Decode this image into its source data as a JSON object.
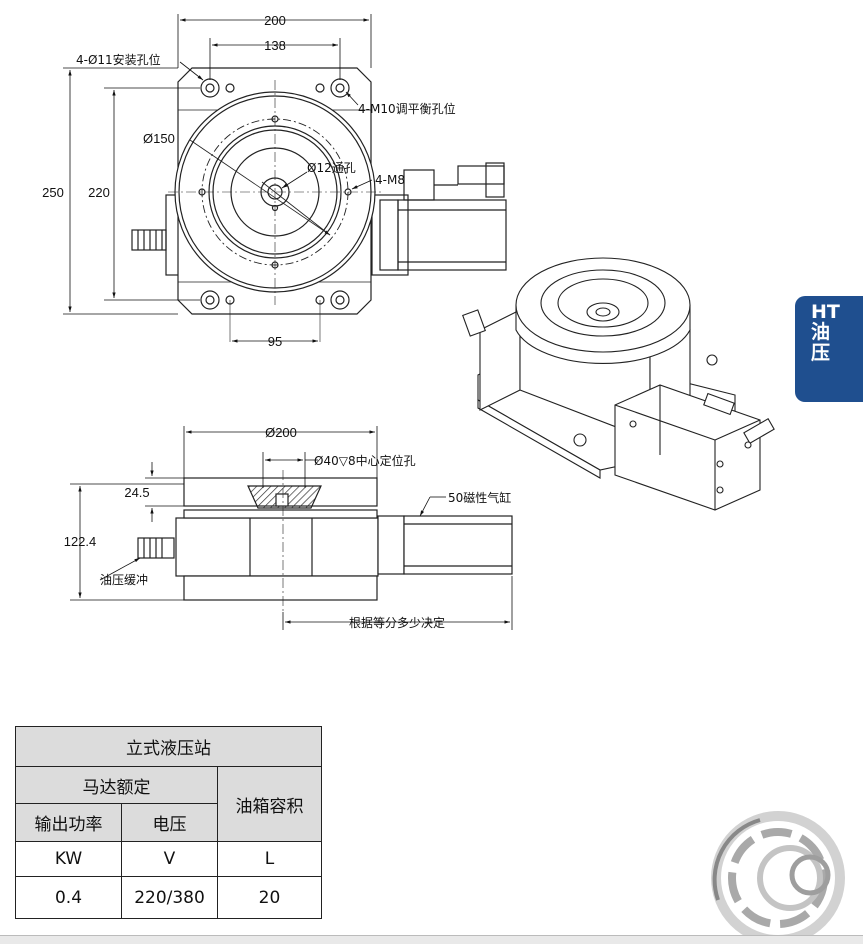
{
  "top_view": {
    "dim_width_outer": "200",
    "dim_width_holes": "138",
    "dim_height_outer": "250",
    "dim_height_holes": "220",
    "dim_bottom": "95",
    "dim_circle": "Ø150",
    "note_mount_holes": "4-Ø11安装孔位",
    "note_level_holes": "4-M10调平衡孔位",
    "note_through_hole": "Ø12通孔",
    "note_m8": "4-M8"
  },
  "side_view": {
    "dim_top_dia": "Ø200",
    "dim_center_hole": "Ø40▽8中心定位孔",
    "dim_thickness": "24.5",
    "dim_height": "122.4",
    "note_cylinder": "50磁性气缸",
    "note_buffer": "油压缓冲",
    "note_length": "根据等分多少决定"
  },
  "side_tab": {
    "code": "HT",
    "name_line1": "油",
    "name_line2": "压"
  },
  "spec_table": {
    "title": "立式液压站",
    "motor_rating": "马达额定",
    "tank_capacity": "油箱容积",
    "power_label": "输出功率",
    "voltage_label": "电压",
    "unit_power": "KW",
    "unit_voltage": "V",
    "unit_tank": "L",
    "power_value": "0.4",
    "voltage_value": "220/380",
    "tank_value": "20"
  }
}
